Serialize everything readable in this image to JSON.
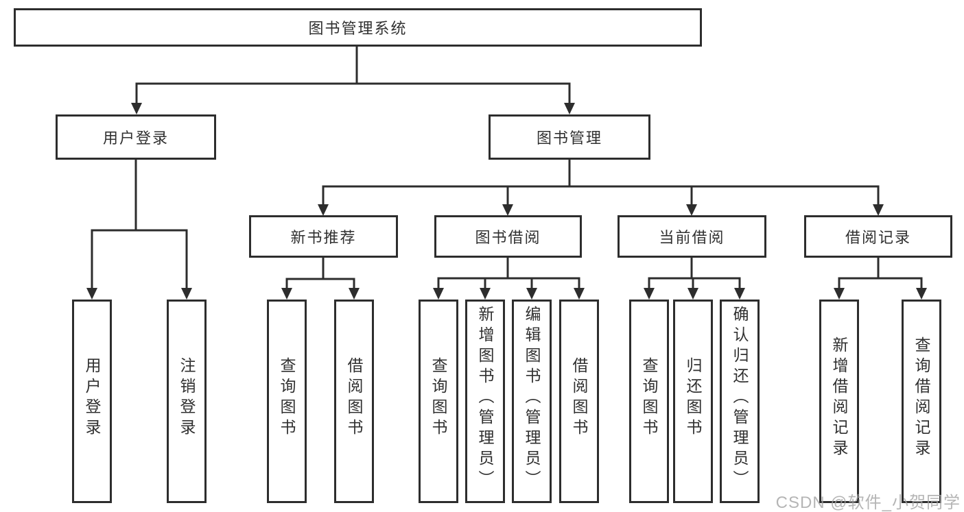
{
  "nodes": {
    "root": "图书管理系统",
    "user_login": "用户登录",
    "book_mgmt": "图书管理",
    "new_rec": "新书推荐",
    "book_borrow": "图书借阅",
    "current_borrow": "当前借阅",
    "borrow_records": "借阅记录"
  },
  "leaves": {
    "user_login": [
      "用户登录",
      "注销登录"
    ],
    "new_rec": [
      "查询图书",
      "借阅图书"
    ],
    "book_borrow": [
      "查询图书",
      "新增图书（管理员）",
      "编辑图书（管理员）",
      "借阅图书"
    ],
    "current_borrow": [
      "查询图书",
      "归还图书",
      "确认归还（管理员）"
    ],
    "borrow_records": [
      "新增借阅记录",
      "查询借阅记录"
    ]
  },
  "watermark": "CSDN @软件_小贺同学",
  "colors": {
    "line": "#2d2d2d",
    "box_border": "#2d2d2d",
    "text": "#303030",
    "background": "#ffffff",
    "watermark": "#a3a3a3"
  }
}
